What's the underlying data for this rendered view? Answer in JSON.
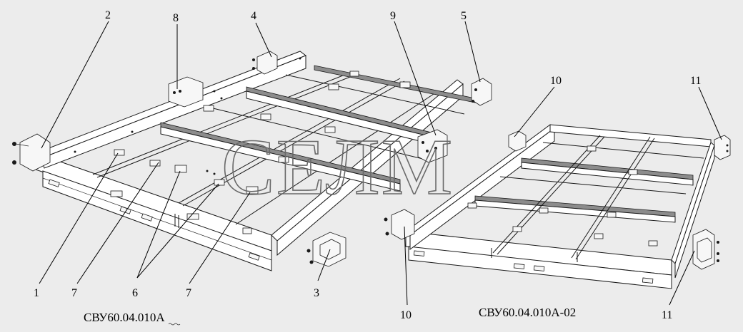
{
  "watermark": "СЕЛМ",
  "captions": {
    "left": "СВУ60.04.010А",
    "right": "СВУ60.04.010А-02"
  },
  "callouts": [
    {
      "id": "c2",
      "label": "2"
    },
    {
      "id": "c8",
      "label": "8"
    },
    {
      "id": "c4",
      "label": "4"
    },
    {
      "id": "c9",
      "label": "9"
    },
    {
      "id": "c5",
      "label": "5"
    },
    {
      "id": "c10a",
      "label": "10"
    },
    {
      "id": "c11a",
      "label": "11"
    },
    {
      "id": "c1",
      "label": "1"
    },
    {
      "id": "c7a",
      "label": "7"
    },
    {
      "id": "c6",
      "label": "6"
    },
    {
      "id": "c7b",
      "label": "7"
    },
    {
      "id": "c3",
      "label": "3"
    },
    {
      "id": "c10b",
      "label": "10"
    },
    {
      "id": "c11b",
      "label": "11"
    }
  ]
}
